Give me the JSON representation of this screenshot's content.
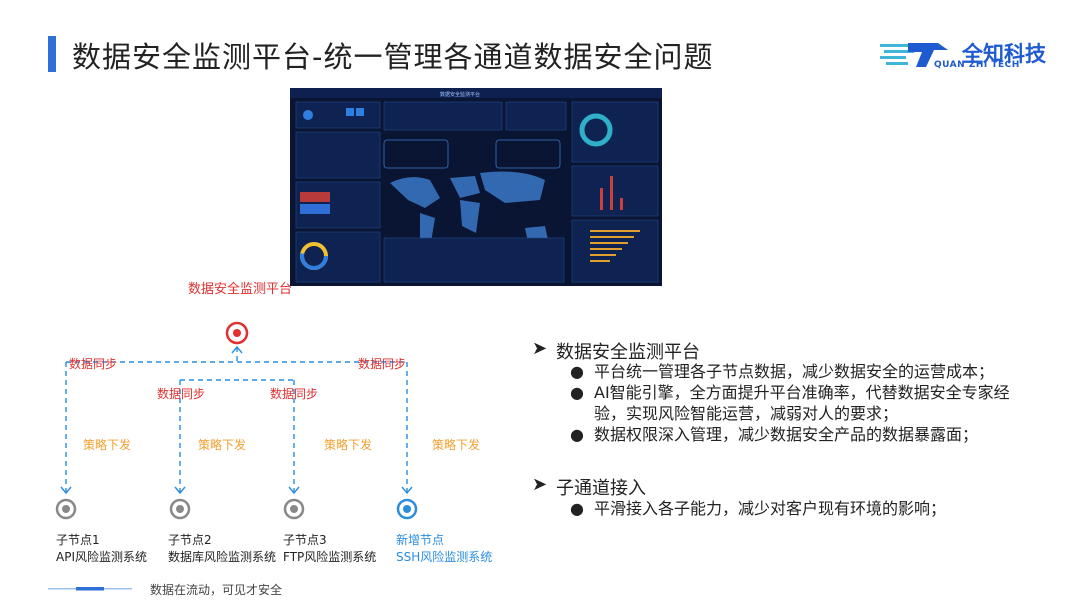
{
  "header": {
    "title": "数据安全监测平台-统一管理各通道数据安全问题"
  },
  "logo": {
    "name": "全知科技",
    "sub": "QUAN ZHI TECH",
    "icon": "bird-logo-icon"
  },
  "dashboard": {
    "title": "数据安全监测平台"
  },
  "diagram": {
    "platform_label": "数据安全监测平台",
    "sync_label": "数据同步",
    "policy_label": "策略下发",
    "nodes": [
      {
        "name": "子节点1",
        "system": "API风险监测系统"
      },
      {
        "name": "子节点2",
        "system": "数据库风险监测系统"
      },
      {
        "name": "子节点3",
        "system": "FTP风险监测系统"
      },
      {
        "name": "新增节点",
        "system": "SSH风险监测系统"
      }
    ],
    "colors": {
      "red": "#e03030",
      "orange": "#f0a030",
      "blue": "#2a8de0",
      "gray": "#888888"
    }
  },
  "points": [
    {
      "heading": "数据安全监测平台",
      "items": [
        "平台统一管理各子节点数据，减少数据安全的运营成本；",
        "AI智能引擎，全方面提升平台准确率，代替数据安全专家经验，实现风险智能运营，减弱对人的要求；",
        "数据权限深入管理，减少数据安全产品的数据暴露面；"
      ]
    },
    {
      "heading": "子通道接入",
      "items": [
        "平滑接入各子能力，减少对客户现有环境的影响；"
      ]
    }
  ],
  "footer": {
    "text": "数据在流动，可见才安全"
  }
}
